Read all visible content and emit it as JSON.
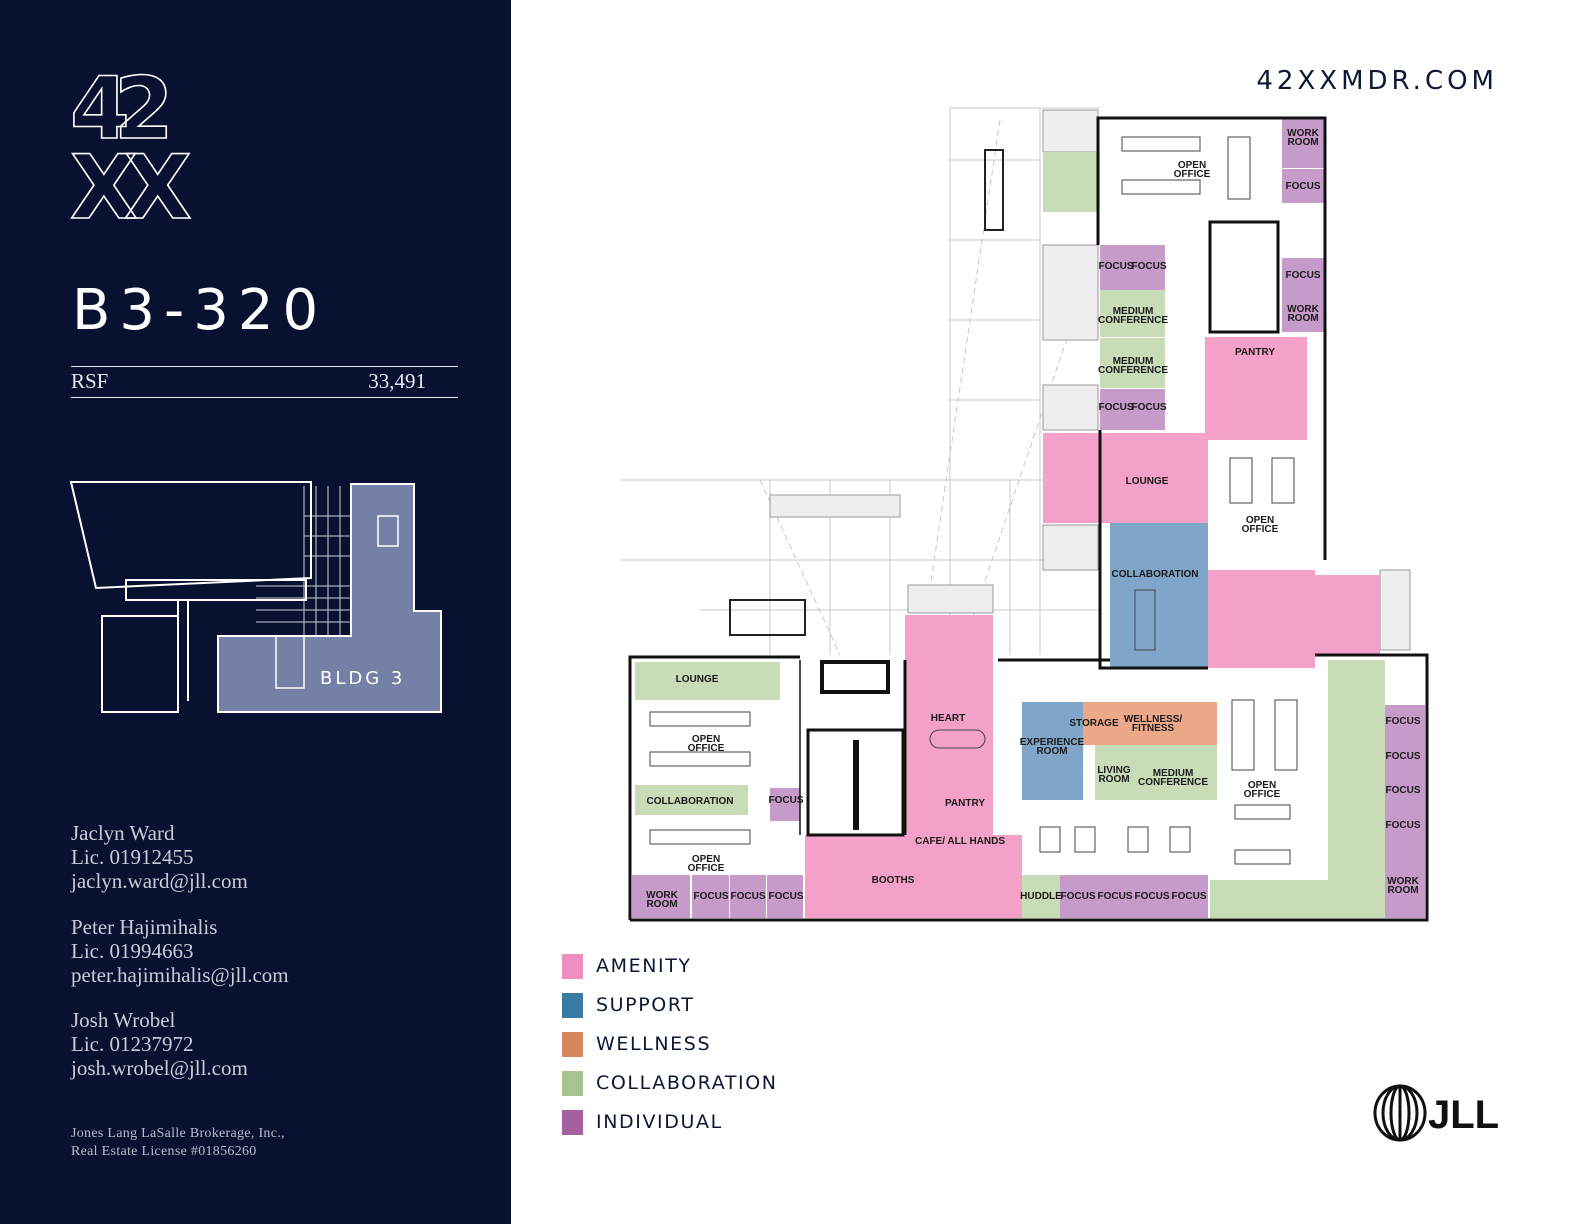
{
  "brand": {
    "logo_text_top": "42",
    "logo_text_bottom": "XX",
    "website": "42XXMDR.COM",
    "footer_logo": "JLL"
  },
  "suite": {
    "name": "B3-320",
    "rsf_label": "RSF",
    "rsf_value": "33,491"
  },
  "keyplan": {
    "label": "BLDG 3"
  },
  "contacts": [
    {
      "name": "Jaclyn Ward",
      "license": "Lic. 01912455",
      "email": "jaclyn.ward@jll.com"
    },
    {
      "name": "Peter Hajimihalis",
      "license": "Lic. 01994663",
      "email": "peter.hajimihalis@jll.com"
    },
    {
      "name": "Josh Wrobel",
      "license": "Lic. 01237972",
      "email": "josh.wrobel@jll.com"
    }
  ],
  "disclaimer": {
    "line1": "Jones Lang LaSalle Brokerage, Inc.,",
    "line2": "Real Estate License #01856260"
  },
  "legend": [
    {
      "label": "AMENITY",
      "color": "#ef8fbf"
    },
    {
      "label": "SUPPORT",
      "color": "#3a7ba3"
    },
    {
      "label": "WELLNESS",
      "color": "#d6875c"
    },
    {
      "label": "COLLABORATION",
      "color": "#a6c48f"
    },
    {
      "label": "INDIVIDUAL",
      "color": "#a5609f"
    }
  ],
  "plan_colors": {
    "amenity": "#f3a1c8",
    "support": "#7fa6c8",
    "wellness": "#eca98a",
    "collaboration": "#c8dcb8",
    "individual": "#c69bc9"
  },
  "rooms": {
    "open_office_top": "OPEN OFFICE",
    "work_room_1": "WORK ROOM",
    "focus_1": "FOCUS",
    "focus_2": "FOCUS",
    "focus_3": "FOCUS",
    "medium_conf_1": "MEDIUM CONFERENCE",
    "medium_conf_2": "MEDIUM CONFERENCE",
    "focus_4": "FOCUS",
    "focus_5": "FOCUS",
    "focus_6": "FOCUS",
    "work_room_2": "WORK ROOM",
    "pantry_top": "PANTRY",
    "lounge_mid": "LOUNGE",
    "open_office_mid": "OPEN OFFICE",
    "collaboration_mid": "COLLABORATION",
    "lounge_left": "LOUNGE",
    "open_office_left_1": "OPEN OFFICE",
    "collaboration_left": "COLLABORATION",
    "focus_left": "FOCUS",
    "open_office_left_2": "OPEN OFFICE",
    "work_room_left": "WORK ROOM",
    "focus_b1": "FOCUS",
    "focus_b2": "FOCUS",
    "focus_b3": "FOCUS",
    "heart": "HEART",
    "pantry_cafe": "PANTRY",
    "cafe_all_hands": "CAFE/ ALL HANDS",
    "booths": "BOOTHS",
    "experience_room": "EXPERIENCE ROOM",
    "storage": "STORAGE",
    "wellness_fitness": "WELLNESS/ FITNESS",
    "living_room": "LIVING ROOM",
    "medium_conf_3": "MEDIUM CONFERENCE",
    "open_office_right": "OPEN OFFICE",
    "huddle": "HUDDLE",
    "focus_b4": "FOCUS",
    "focus_b5": "FOCUS",
    "focus_b6": "FOCUS",
    "focus_b7": "FOCUS",
    "focus_r1": "FOCUS",
    "focus_r2": "FOCUS",
    "focus_r3": "FOCUS",
    "focus_r4": "FOCUS",
    "work_room_r": "WORK ROOM"
  }
}
